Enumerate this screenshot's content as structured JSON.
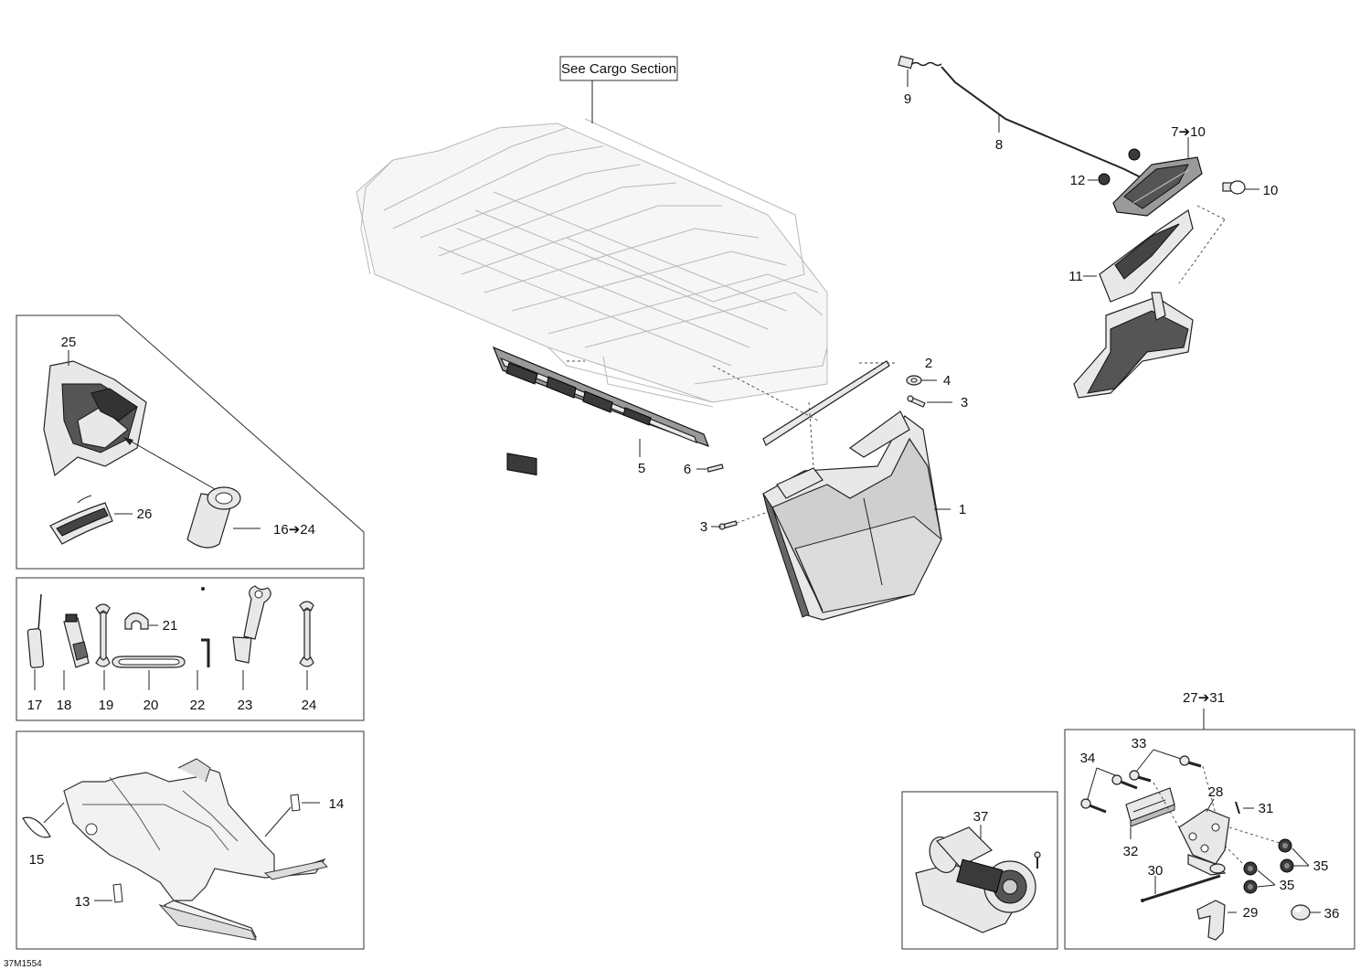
{
  "callouts": {
    "c1": "1",
    "c2": "2",
    "c3a": "3",
    "c3b": "3",
    "c4": "4",
    "c5": "5",
    "c6": "6",
    "c7_10": "7➔10",
    "c8": "8",
    "c9": "9",
    "c10": "10",
    "c11": "11",
    "c12": "12",
    "c13": "13",
    "c14": "14",
    "c15": "15",
    "c16_24": "16➔24",
    "c17": "17",
    "c18": "18",
    "c19": "19",
    "c20": "20",
    "c21": "21",
    "c22": "22",
    "c23": "23",
    "c24": "24",
    "c25": "25",
    "c26": "26",
    "c27_31": "27➔31",
    "c28": "28",
    "c29": "29",
    "c30": "30",
    "c31": "31",
    "c32": "32",
    "c33": "33",
    "c34": "34",
    "c35a": "35",
    "c35b": "35",
    "c36": "36",
    "c37": "37"
  },
  "notes": {
    "cargo": "See Cargo Section",
    "drawing_code": "37M1554"
  }
}
